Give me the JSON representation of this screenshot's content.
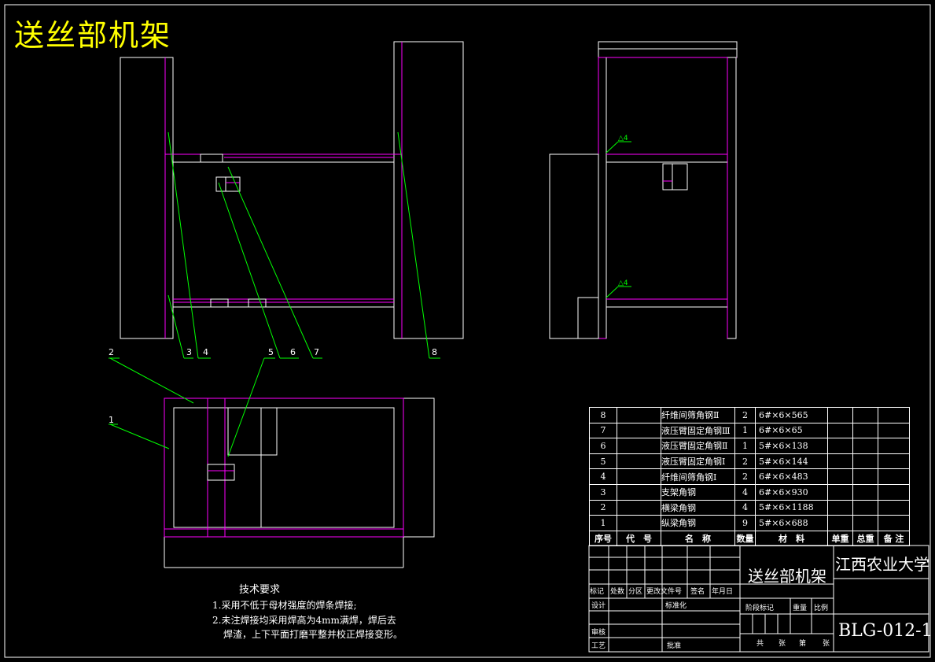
{
  "drawing_title": "送丝部机架",
  "tech_requirements": {
    "heading": "技术要求",
    "items": [
      "1.采用不低于母材强度的焊条焊接;",
      "2.未注焊接均采用焊高为4mm满焊，焊后去",
      "焊渣，上下平面打磨平整并校正焊接变形。"
    ]
  },
  "callouts": [
    "1",
    "2",
    "3",
    "4",
    "5",
    "6",
    "7",
    "8"
  ],
  "weld_marks": [
    "△4",
    "△4"
  ],
  "bom": {
    "rows": [
      {
        "no": "8",
        "code": "",
        "name": "纤维间筛角钢Ⅱ",
        "qty": "2",
        "material": "6#×6×565",
        "unit_weight": "",
        "total_weight": "",
        "remark": ""
      },
      {
        "no": "7",
        "code": "",
        "name": "液压臂固定角钢Ⅲ",
        "qty": "1",
        "material": "6#×6×65",
        "unit_weight": "",
        "total_weight": "",
        "remark": ""
      },
      {
        "no": "6",
        "code": "",
        "name": "液压臂固定角钢Ⅱ",
        "qty": "1",
        "material": "5#×6×138",
        "unit_weight": "",
        "total_weight": "",
        "remark": ""
      },
      {
        "no": "5",
        "code": "",
        "name": "液压臂固定角钢Ⅰ",
        "qty": "2",
        "material": "5#×6×144",
        "unit_weight": "",
        "total_weight": "",
        "remark": ""
      },
      {
        "no": "4",
        "code": "",
        "name": "纤维间筛角钢Ⅰ",
        "qty": "2",
        "material": "6#×6×483",
        "unit_weight": "",
        "total_weight": "",
        "remark": ""
      },
      {
        "no": "3",
        "code": "",
        "name": "支架角钢",
        "qty": "4",
        "material": "6#×6×930",
        "unit_weight": "",
        "total_weight": "",
        "remark": ""
      },
      {
        "no": "2",
        "code": "",
        "name": "横梁角钢",
        "qty": "4",
        "material": "5#×6×1188",
        "unit_weight": "",
        "total_weight": "",
        "remark": ""
      },
      {
        "no": "1",
        "code": "",
        "name": "纵梁角钢",
        "qty": "9",
        "material": "5#×6×688",
        "unit_weight": "",
        "total_weight": "",
        "remark": ""
      }
    ],
    "headers": {
      "no": "序号",
      "code": "代　号",
      "name": "名　称",
      "qty": "数量",
      "material": "材　料",
      "unit_weight": "单重",
      "total_weight": "总重",
      "remark": "备 注"
    }
  },
  "title_block": {
    "part_name": "送丝部机架",
    "institution": "江西农业大学",
    "drawing_number": "BLG-012-1",
    "rev_headers": [
      "标记",
      "处数",
      "分区",
      "更改文件号",
      "签名",
      "年月日"
    ],
    "design": "设计",
    "standardize": "标准化",
    "stage_mark": "阶段标记",
    "weight": "重量",
    "scale": "比例",
    "review": "审核",
    "process": "工艺",
    "approve": "批准",
    "sheets": [
      "共",
      "张",
      "第",
      "张"
    ]
  },
  "colors": {
    "background": "#000000",
    "lines": "#ffffff",
    "steel": "#ff00ff",
    "leaders": "#00ff00",
    "title": "#ffff00"
  }
}
